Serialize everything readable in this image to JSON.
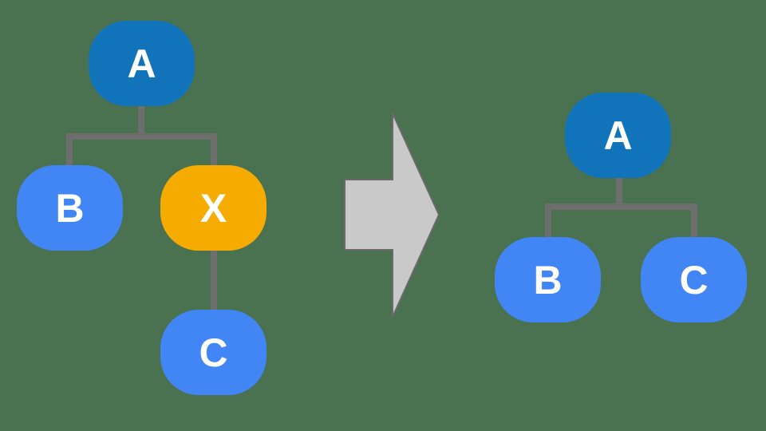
{
  "background_color": "#4A7150",
  "colors": {
    "root_node": "#1173B9",
    "child_node": "#4285F4",
    "highlight_node": "#F5AB00",
    "connector": "#6E6E6E",
    "arrow_fill": "#C9C9C9",
    "arrow_outline": "#6A6A6A",
    "label_text": "#FFFFFF"
  },
  "left_tree": {
    "name": "before-transformation",
    "nodes": [
      {
        "id": "A",
        "label": "A",
        "role": "root"
      },
      {
        "id": "B",
        "label": "B",
        "role": "child"
      },
      {
        "id": "X",
        "label": "X",
        "role": "highlighted-node"
      },
      {
        "id": "C",
        "label": "C",
        "role": "child"
      }
    ],
    "edges": [
      "A-B",
      "A-X",
      "X-C"
    ]
  },
  "arrow": {
    "name": "transformation-arrow",
    "direction": "right"
  },
  "right_tree": {
    "name": "after-transformation",
    "nodes": [
      {
        "id": "A",
        "label": "A",
        "role": "root"
      },
      {
        "id": "B",
        "label": "B",
        "role": "child"
      },
      {
        "id": "C",
        "label": "C",
        "role": "child"
      }
    ],
    "edges": [
      "A-B",
      "A-C"
    ]
  }
}
